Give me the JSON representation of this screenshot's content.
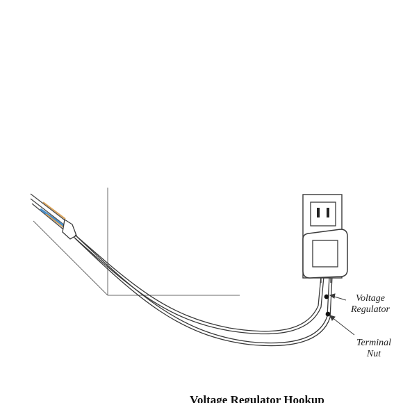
{
  "labels": {
    "voltage_regulator_line1": "Voltage",
    "voltage_regulator_line2": "Regulator",
    "terminal_nut_line1": "Terminal",
    "terminal_nut_line2": "Nut"
  },
  "caption": "Voltage Regulator Hookup",
  "colors": {
    "line": "#3a3a3a",
    "wire_insulation_blue": "#4a8fc9",
    "wire_copper": "#d9a35a"
  }
}
